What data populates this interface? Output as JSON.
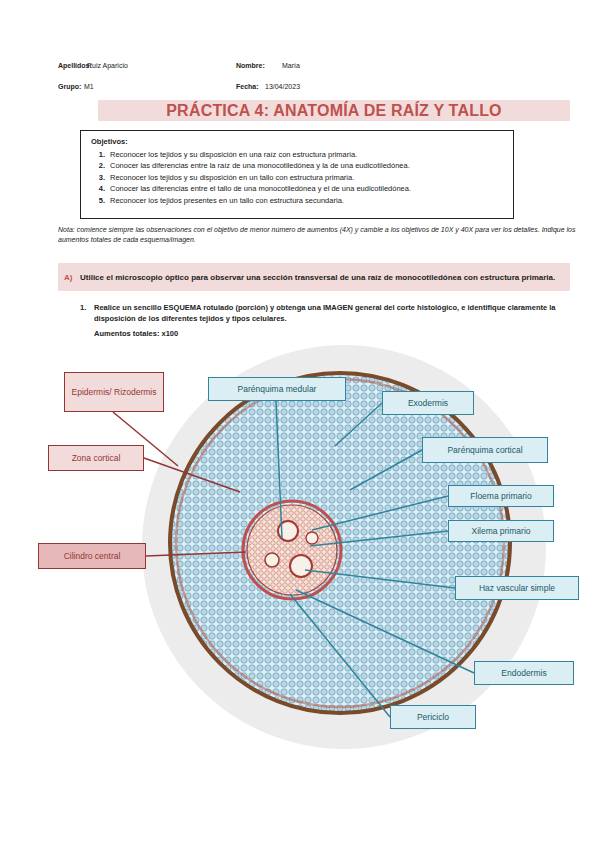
{
  "diagram": {
    "title": "PRÁCTICA 4: ANATOMÍA DE RAÍZ Y TALLO",
    "nodes": [
      {
        "text": [
          "Objetivos:",
          "1.",
          "Reconocer los tejidos y su disposición en una raíz con estructura primaria.",
          "2.",
          "Conocer las diferencias entre la raíz de una monocotiledónea y la de una eudicotiledónea.",
          "3.",
          "Reconocer los tejidos y su disposición en un tallo con estructura primaria.",
          "4.",
          "Conocer las diferencias entre el tallo de una monocotiledónea y el de una eudicotiledónea.",
          "5.",
          "Reconocer los tejidos presentes en un tallo con estructura secundaria."
        ]
      },
      {
        "text": [
          "A)",
          "Utilice el microscopio óptico para observar una sección transversal de una raíz de monocotiledónea con estructura primaria."
        ]
      },
      {
        "text": [
          "Epidermis/ Rizodermis"
        ]
      },
      {
        "text": [
          "Parénquima medular"
        ]
      },
      {
        "text": [
          "Exodermis"
        ]
      },
      {
        "text": [
          "Parénquima cortical"
        ]
      },
      {
        "text": [
          "Zona cortical"
        ]
      },
      {
        "text": [
          "Floema primario"
        ]
      },
      {
        "text": [
          "Xilema primario"
        ]
      },
      {
        "text": [
          "Cilindro central"
        ]
      },
      {
        "text": [
          "Haz vascular simple"
        ]
      },
      {
        "text": [
          "Endodermis"
        ]
      },
      {
        "text": [
          "Periciclo"
        ]
      }
    ],
    "labels": [
      "Apellidos:",
      "Ruiz Aparicio",
      "Nombre:",
      "María",
      "Grupo:",
      "M1",
      "Fecha:",
      "13/04/2023",
      "Nota: comience siempre las observaciones con el objetivo de menor número de aumentos (4X) y cambie a los objetivos de 10X y 40X para ver los detalles. Indique los aumentos totales de cada esquema/imagen.",
      "1.",
      "Realice un sencillo ESQUEMA rotulado (porción) y obtenga una IMAGEN general del corte histológico, e identifique claramente la disposición de los diferentes tejidos y tipos celulares.",
      "Aumentos totales: x100"
    ]
  }
}
